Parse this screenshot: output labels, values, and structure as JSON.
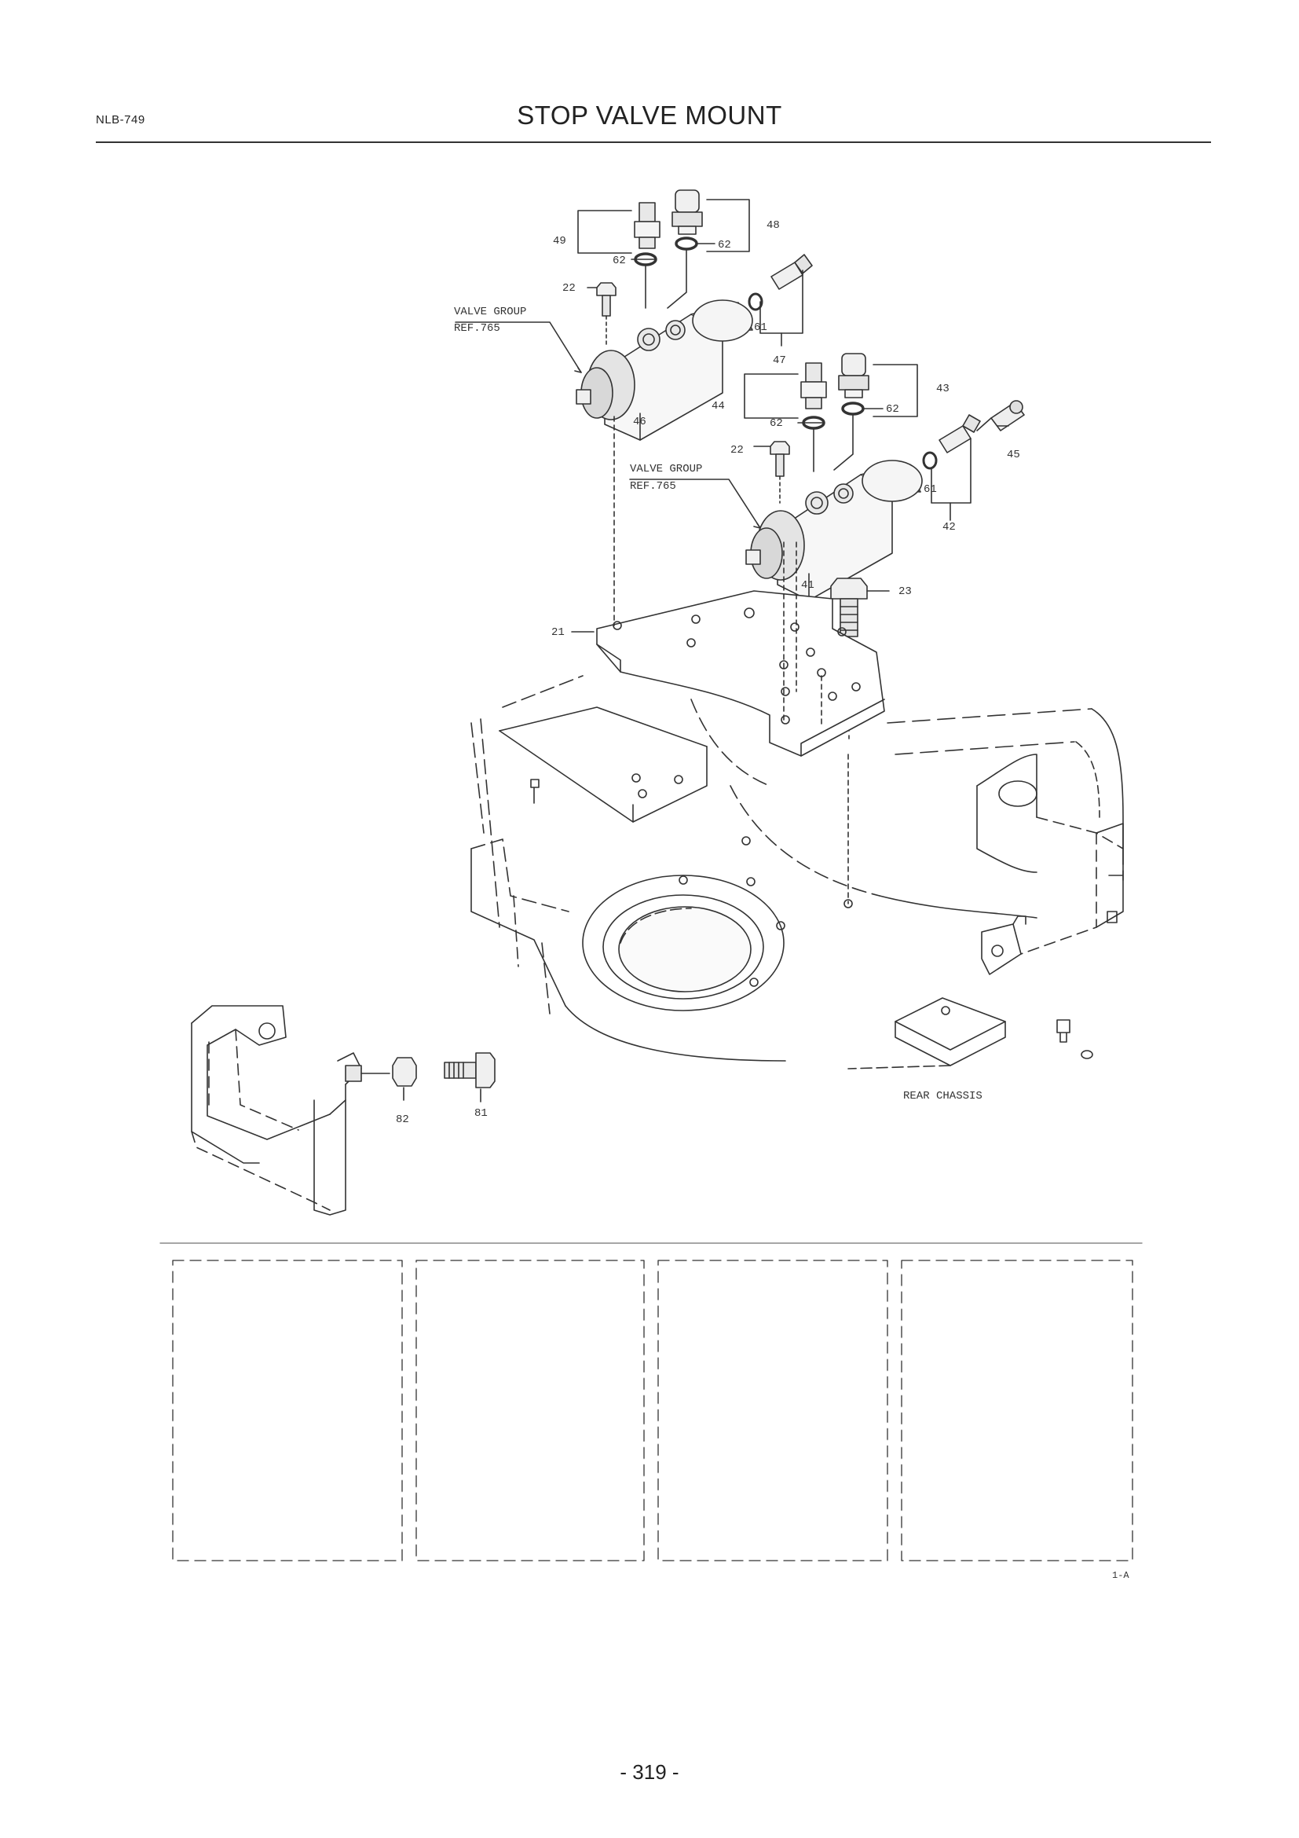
{
  "header": {
    "doc_code": "NLB-749",
    "title": "STOP VALVE MOUNT"
  },
  "diagram": {
    "callouts": {
      "c49": "49",
      "c48": "48",
      "c62a": "62",
      "c62b": "62",
      "c22a": "22",
      "c61a": "61",
      "c47": "47",
      "c46": "46",
      "c44": "44",
      "c43": "43",
      "c62c": "62",
      "c62d": "62",
      "c45": "45",
      "c22b": "22",
      "c61b": "61",
      "c42": "42",
      "c41": "41",
      "c23": "23",
      "c21": "21",
      "c82": "82",
      "c81": "81"
    },
    "valve_group_label": "VALVE GROUP",
    "valve_group_ref": "REF.765",
    "rear_chassis_label": "REAR CHASSIS",
    "sheet_code": "1-A"
  },
  "footer": {
    "page_number": "- 319 -"
  }
}
